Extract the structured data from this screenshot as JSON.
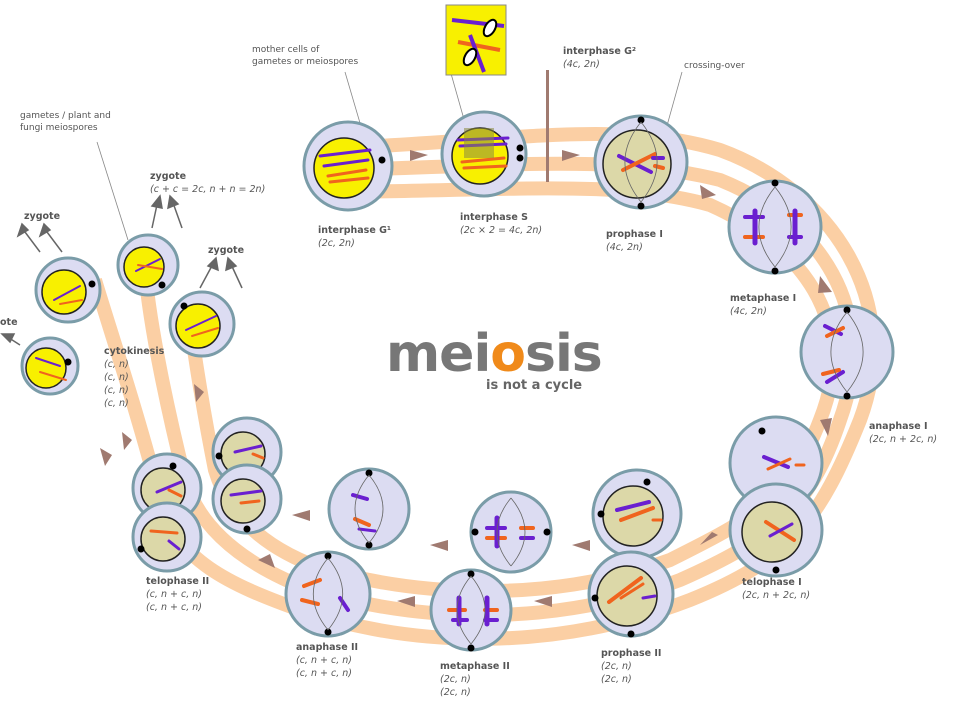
{
  "title": {
    "before": "mei",
    "highlight": "o",
    "after": "sis"
  },
  "subtitle": "is not a cycle",
  "notes": {
    "mother_cells": [
      "mother cells of",
      "gametes or meiospores"
    ],
    "gametes": [
      "gametes / plant and",
      "fungi meiospores"
    ],
    "crossing_over": "crossing-over"
  },
  "stages": [
    {
      "id": "interphase-g1",
      "name": "interphase G¹",
      "values": [
        "(2c, 2n)"
      ]
    },
    {
      "id": "interphase-s",
      "name": "interphase S",
      "values": [
        "(2c × 2 = 4c, 2n)"
      ]
    },
    {
      "id": "interphase-g2",
      "name": "interphase G²",
      "values": [
        "(4c, 2n)"
      ]
    },
    {
      "id": "prophase-1",
      "name": "prophase I",
      "values": [
        "(4c, 2n)"
      ]
    },
    {
      "id": "metaphase-1",
      "name": "metaphase I",
      "values": [
        "(4c, 2n)"
      ]
    },
    {
      "id": "anaphase-1",
      "name": "anaphase I",
      "values": [
        "(2c, n + 2c, n)"
      ]
    },
    {
      "id": "telophase-1",
      "name": "telophase I",
      "values": [
        "(2c, n + 2c, n)"
      ]
    },
    {
      "id": "prophase-2",
      "name": "prophase II",
      "values": [
        "(2c, n)",
        "(2c, n)"
      ]
    },
    {
      "id": "metaphase-2",
      "name": "metaphase II",
      "values": [
        "(2c, n)",
        "(2c, n)"
      ]
    },
    {
      "id": "anaphase-2",
      "name": "anaphase II",
      "values": [
        "(c, n + c, n)",
        "(c, n + c, n)"
      ]
    },
    {
      "id": "telophase-2",
      "name": "telophase II",
      "values": [
        "(c, n + c, n)",
        "(c, n + c, n)"
      ]
    },
    {
      "id": "cytokinesis",
      "name": "cytokinesis",
      "values": [
        "(c, n)",
        "(c, n)",
        "(c, n)",
        "(c, n)"
      ]
    },
    {
      "id": "zygote-main",
      "name": "zygote",
      "values": [
        "(c + c = 2c, n + n = 2n)"
      ]
    },
    {
      "id": "zygote-left",
      "name": "zygote",
      "values": []
    },
    {
      "id": "zygote-right",
      "name": "zygote",
      "values": []
    },
    {
      "id": "zygote-edge",
      "name": "ote",
      "values": []
    }
  ],
  "colors": {
    "ring": "#fbcfa4",
    "cell_fill": "#dcdcf2",
    "cell_border": "#7a9ca8",
    "nucleus_yellow": "#f8f000",
    "nucleus_khaki": "#dcd8a8",
    "chromosome_purple": "#6a1fd0",
    "chromosome_orange": "#f0641e",
    "arrow": "#a07a70"
  }
}
